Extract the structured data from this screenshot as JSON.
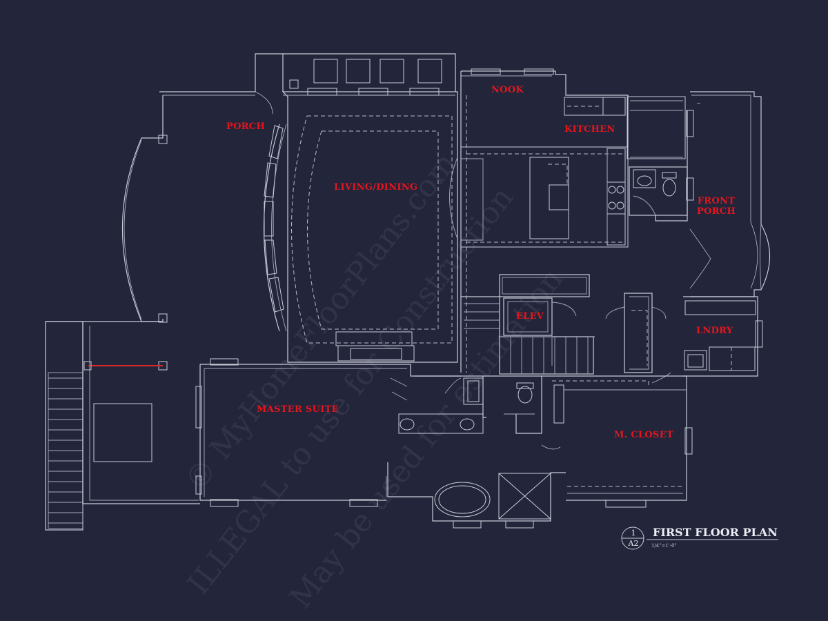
{
  "rooms": {
    "porch": "PORCH",
    "living_dining": "LIVING/DINING",
    "nook": "NOOK",
    "kitchen": "KITCHEN",
    "front_porch_line1": "FRONT",
    "front_porch_line2": "PORCH",
    "elev": "ELEV",
    "lndry": "LNDRY",
    "master_suite": "MASTER SUITE",
    "m_closet": "M. CLOSET"
  },
  "title_block": {
    "sheet_number": "1",
    "sheet_id": "A2",
    "title": "FIRST FLOOR PLAN",
    "scale": "1/4\"=1'-0\""
  },
  "watermark": {
    "line1": "© MyHomeFloorPlans.com",
    "line2": "ILLEGAL to use for Construction",
    "line3": "May be used for estimation"
  },
  "colors": {
    "background": "#23253b",
    "linework": "#c9ccd8",
    "room_label": "#e8151b"
  }
}
